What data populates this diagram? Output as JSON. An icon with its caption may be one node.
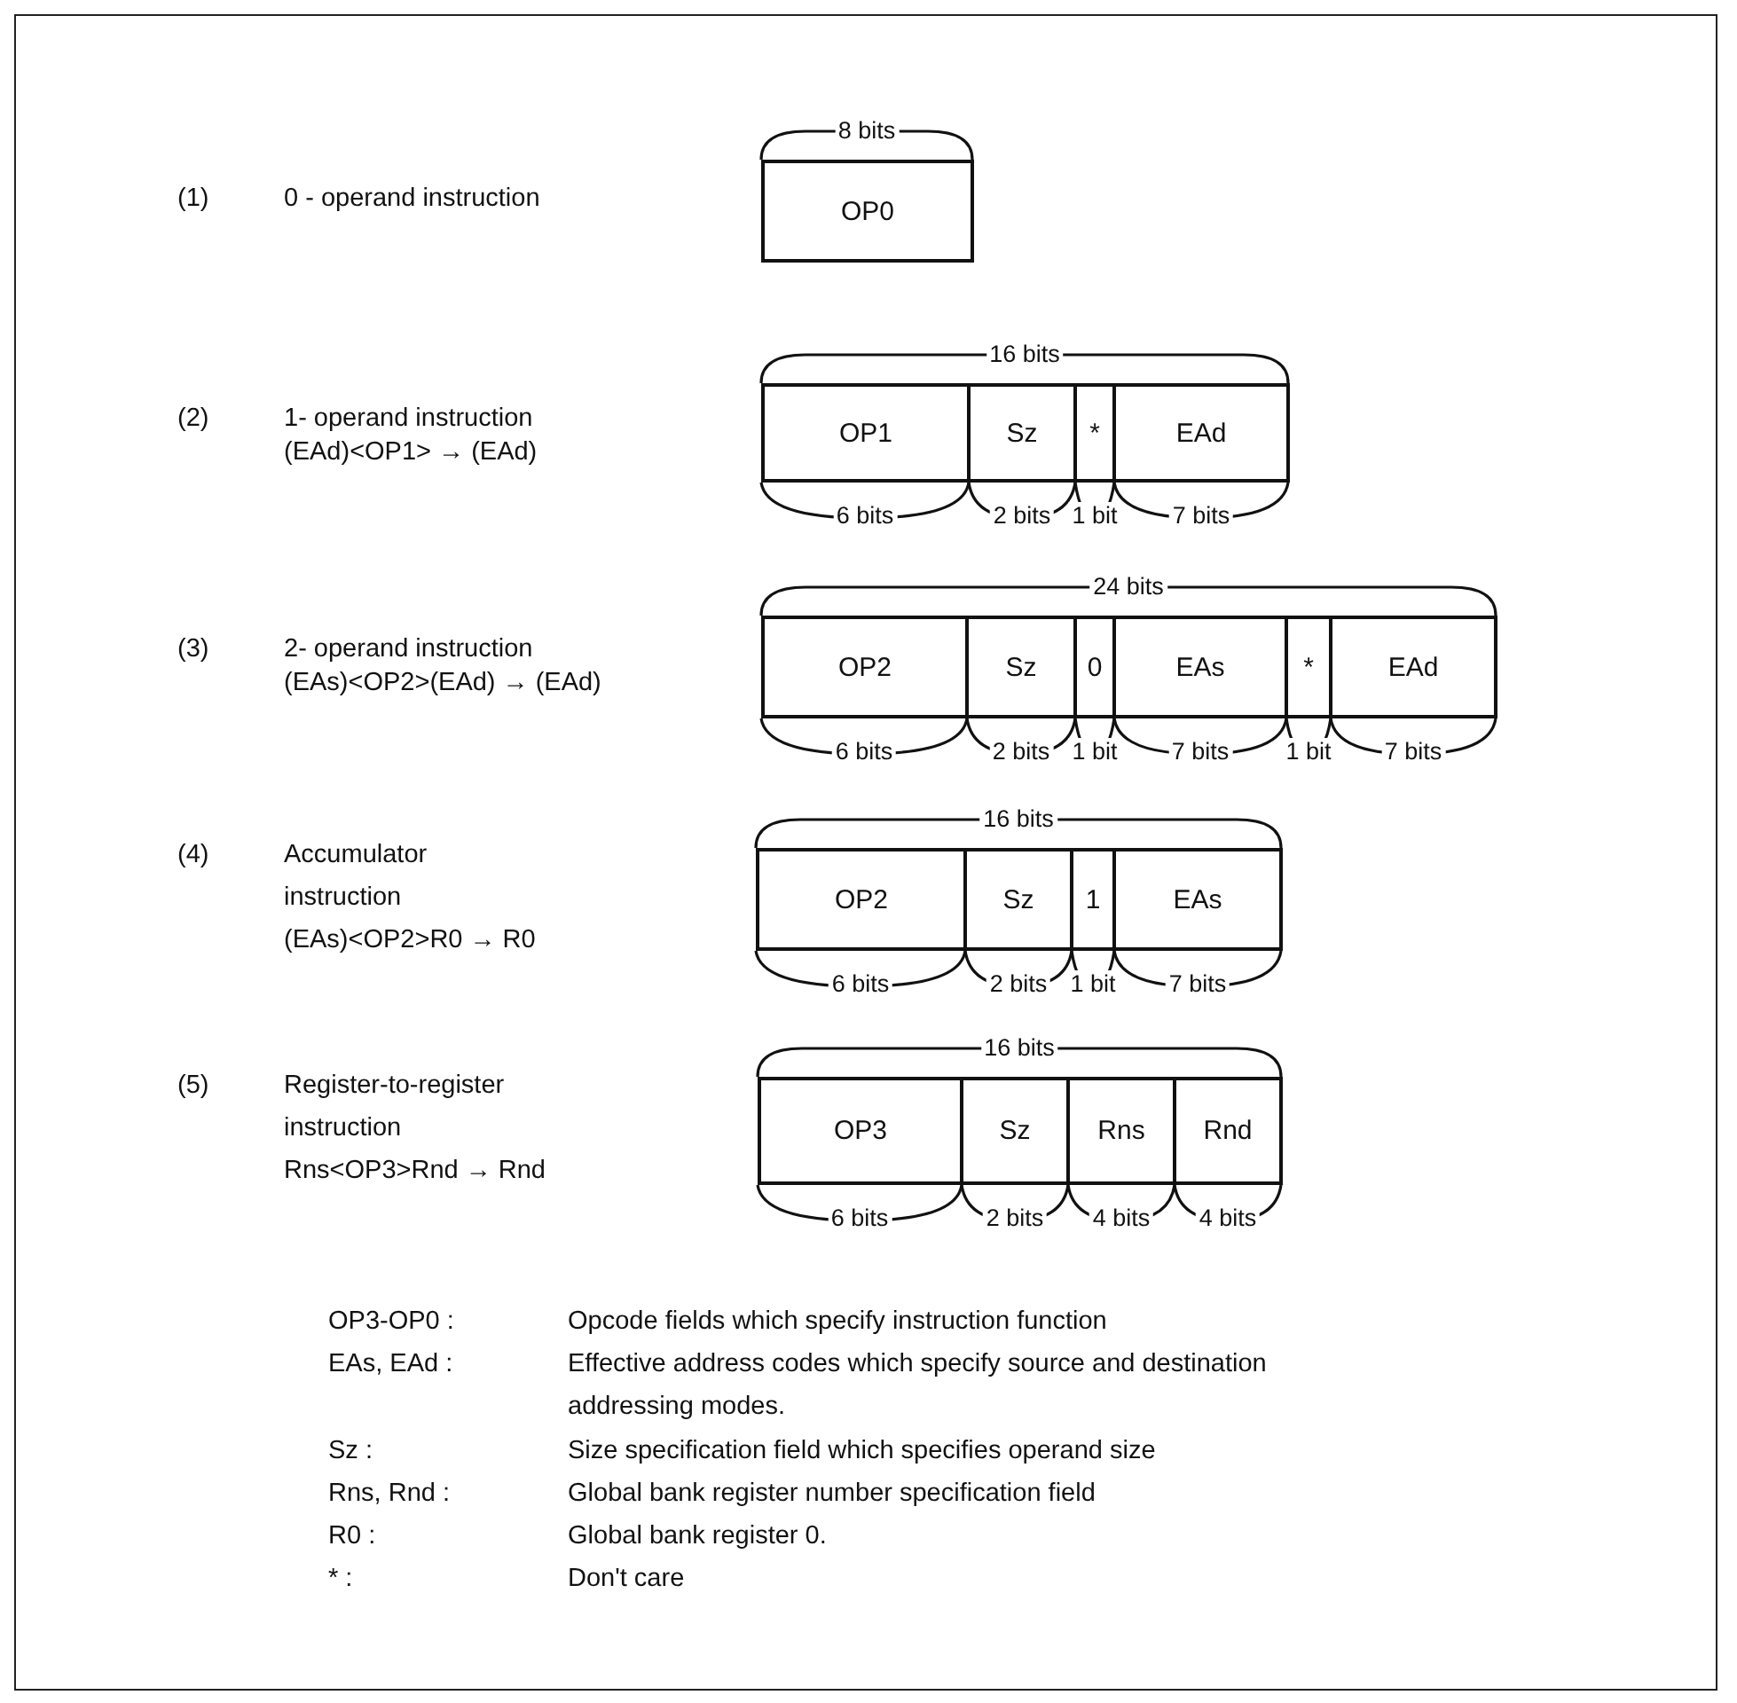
{
  "diagram": {
    "nodes": [
      {
        "text": [
          "OP0"
        ]
      },
      {
        "text": [
          "OP1"
        ]
      },
      {
        "text": [
          "Sz"
        ]
      },
      {
        "text": [
          "*"
        ]
      },
      {
        "text": [
          "EAd"
        ]
      },
      {
        "text": [
          "OP2"
        ]
      },
      {
        "text": [
          "Sz"
        ]
      },
      {
        "text": [
          "0"
        ]
      },
      {
        "text": [
          "EAs"
        ]
      },
      {
        "text": [
          "*"
        ]
      },
      {
        "text": [
          "EAd"
        ]
      },
      {
        "text": [
          "OP2"
        ]
      },
      {
        "text": [
          "Sz"
        ]
      },
      {
        "text": [
          "1"
        ]
      },
      {
        "text": [
          "EAs"
        ]
      },
      {
        "text": [
          "OP3"
        ]
      },
      {
        "text": [
          "Sz"
        ]
      },
      {
        "text": [
          "Rns"
        ]
      },
      {
        "text": [
          "Rnd"
        ]
      }
    ],
    "edges": [],
    "labels": [
      "(1)",
      "0 - operand instruction",
      "8 bits",
      "16 bits",
      "(2)",
      "1- operand instruction",
      "(EAd)<OP1> → (EAd)",
      "6 bits",
      "2 bits",
      "1 bit",
      "7 bits",
      "24 bits",
      "(3)",
      "2- operand instruction",
      "(EAs)<OP2>(EAd) → (EAd)",
      "6 bits",
      "2 bits",
      "1 bit",
      "7 bits",
      "1 bit",
      "7 bits",
      "16 bits",
      "(4)",
      "Accumulator instruction",
      "(EAs)<OP2>R0 → R0",
      "6 bits",
      "2 bits",
      "1 bit",
      "7 bits",
      "16 bits",
      "(5)",
      "Register-to-register instruction",
      "Rns<OP3>Rnd → Rnd",
      "6 bits",
      "2 bits",
      "4 bits",
      "4 bits",
      "OP3-OP0 :",
      "Opcode fields which specify instruction function",
      "EAs, EAd :",
      "Effective address codes which specify source and destination addressing modes.",
      "Sz :",
      "Size specification field which specifies operand size",
      "Rns, Rnd :",
      "Global bank register number specification field",
      "R0 :",
      "Global bank register 0.",
      "* :",
      "Don't care"
    ]
  }
}
